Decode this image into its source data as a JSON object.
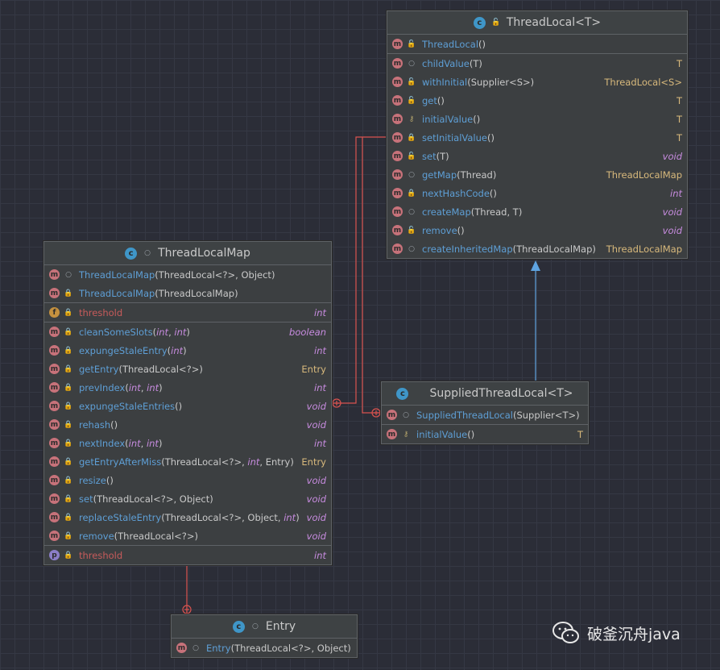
{
  "colors": {
    "background": "#2b2d37",
    "box": "#3c3f41",
    "method_badge": "#c7727a",
    "field_badge": "#c5913f",
    "property_badge": "#8b7ec8",
    "class_badge": "#3f96c8",
    "return_type": "#d8b97c",
    "keyword_type": "#c88ce0",
    "method_name": "#5e9fd6",
    "field_name": "#c75b5b",
    "inner_link": "#d9534f",
    "inherit_arrow": "#5ea3e0"
  },
  "threadlocal": {
    "title": "ThreadLocal<T>",
    "sections": [
      [
        {
          "badge": "m",
          "vis": "open",
          "name": "ThreadLocal",
          "args": "()",
          "ret": ""
        }
      ],
      [
        {
          "badge": "m",
          "vis": "pkg",
          "name": "childValue",
          "args": "(T)",
          "ret": "T"
        },
        {
          "badge": "m",
          "vis": "open",
          "name": "withInitial",
          "args": "(Supplier<S>)",
          "ret": "ThreadLocal<S>"
        },
        {
          "badge": "m",
          "vis": "open",
          "name": "get",
          "args": "()",
          "ret": "T"
        },
        {
          "badge": "m",
          "vis": "prot",
          "name": "initialValue",
          "args": "()",
          "ret": "T"
        },
        {
          "badge": "m",
          "vis": "lock",
          "name": "setInitialValue",
          "args": "()",
          "ret": "T"
        },
        {
          "badge": "m",
          "vis": "open",
          "name": "set",
          "args": "(T)",
          "ret": "void"
        },
        {
          "badge": "m",
          "vis": "pkg",
          "name": "getMap",
          "args": "(Thread)",
          "ret": "ThreadLocalMap"
        },
        {
          "badge": "m",
          "vis": "lock",
          "name": "nextHashCode",
          "args": "()",
          "ret": "int"
        },
        {
          "badge": "m",
          "vis": "pkg",
          "name": "createMap",
          "args": "(Thread, T)",
          "ret": "void"
        },
        {
          "badge": "m",
          "vis": "open",
          "name": "remove",
          "args": "()",
          "ret": "void"
        },
        {
          "badge": "m",
          "vis": "pkg",
          "name": "createInheritedMap",
          "args": "(ThreadLocalMap)",
          "ret": "ThreadLocalMap"
        }
      ]
    ]
  },
  "threadlocalmap": {
    "title": "ThreadLocalMap",
    "sections": [
      [
        {
          "badge": "m",
          "vis": "pkg",
          "name": "ThreadLocalMap",
          "args": "(ThreadLocal<?>, Object)",
          "ret": ""
        },
        {
          "badge": "m",
          "vis": "lock",
          "name": "ThreadLocalMap",
          "args": "(ThreadLocalMap)",
          "ret": ""
        }
      ],
      [
        {
          "badge": "f",
          "vis": "lock",
          "name": "threshold",
          "args": "",
          "ret": "int",
          "field": true
        }
      ],
      [
        {
          "badge": "m",
          "vis": "lock",
          "name": "cleanSomeSlots",
          "args": "(int, int)",
          "ret": "boolean"
        },
        {
          "badge": "m",
          "vis": "lock",
          "name": "expungeStaleEntry",
          "args": "(int)",
          "ret": "int"
        },
        {
          "badge": "m",
          "vis": "lock",
          "name": "getEntry",
          "args": "(ThreadLocal<?>)",
          "ret": "Entry"
        },
        {
          "badge": "m",
          "vis": "lock",
          "name": "prevIndex",
          "args": "(int, int)",
          "ret": "int"
        },
        {
          "badge": "m",
          "vis": "lock",
          "name": "expungeStaleEntries",
          "args": "()",
          "ret": "void"
        },
        {
          "badge": "m",
          "vis": "lock",
          "name": "rehash",
          "args": "()",
          "ret": "void"
        },
        {
          "badge": "m",
          "vis": "lock",
          "name": "nextIndex",
          "args": "(int, int)",
          "ret": "int"
        },
        {
          "badge": "m",
          "vis": "lock",
          "name": "getEntryAfterMiss",
          "args": "(ThreadLocal<?>, int, Entry)",
          "ret": "Entry"
        },
        {
          "badge": "m",
          "vis": "lock",
          "name": "resize",
          "args": "()",
          "ret": "void"
        },
        {
          "badge": "m",
          "vis": "lock",
          "name": "set",
          "args": "(ThreadLocal<?>, Object)",
          "ret": "void"
        },
        {
          "badge": "m",
          "vis": "lock",
          "name": "replaceStaleEntry",
          "args": "(ThreadLocal<?>, Object, int)",
          "ret": "void"
        },
        {
          "badge": "m",
          "vis": "lock",
          "name": "remove",
          "args": "(ThreadLocal<?>)",
          "ret": "void"
        }
      ],
      [
        {
          "badge": "p",
          "vis": "lock",
          "name": "threshold",
          "args": "",
          "ret": "int",
          "field": true
        }
      ]
    ]
  },
  "supplied": {
    "title": "SuppliedThreadLocal<T>",
    "sections": [
      [
        {
          "badge": "m",
          "vis": "pkg",
          "name": "SuppliedThreadLocal",
          "args": "(Supplier<T>)",
          "ret": ""
        }
      ],
      [
        {
          "badge": "m",
          "vis": "prot",
          "name": "initialValue",
          "args": "()",
          "ret": "T"
        }
      ]
    ]
  },
  "entry": {
    "title": "Entry",
    "sections": [
      [
        {
          "badge": "m",
          "vis": "pkg",
          "name": "Entry",
          "args": "(ThreadLocal<?>, Object)",
          "ret": ""
        }
      ]
    ]
  },
  "watermark": {
    "text": "破釜沉舟java"
  },
  "icons": {
    "class": "class-icon",
    "method": "method-icon",
    "field": "field-icon",
    "property": "property-icon",
    "lock": "lock-icon",
    "open": "open-lock-icon",
    "pkg": "package-dot-icon",
    "prot": "key-icon"
  }
}
